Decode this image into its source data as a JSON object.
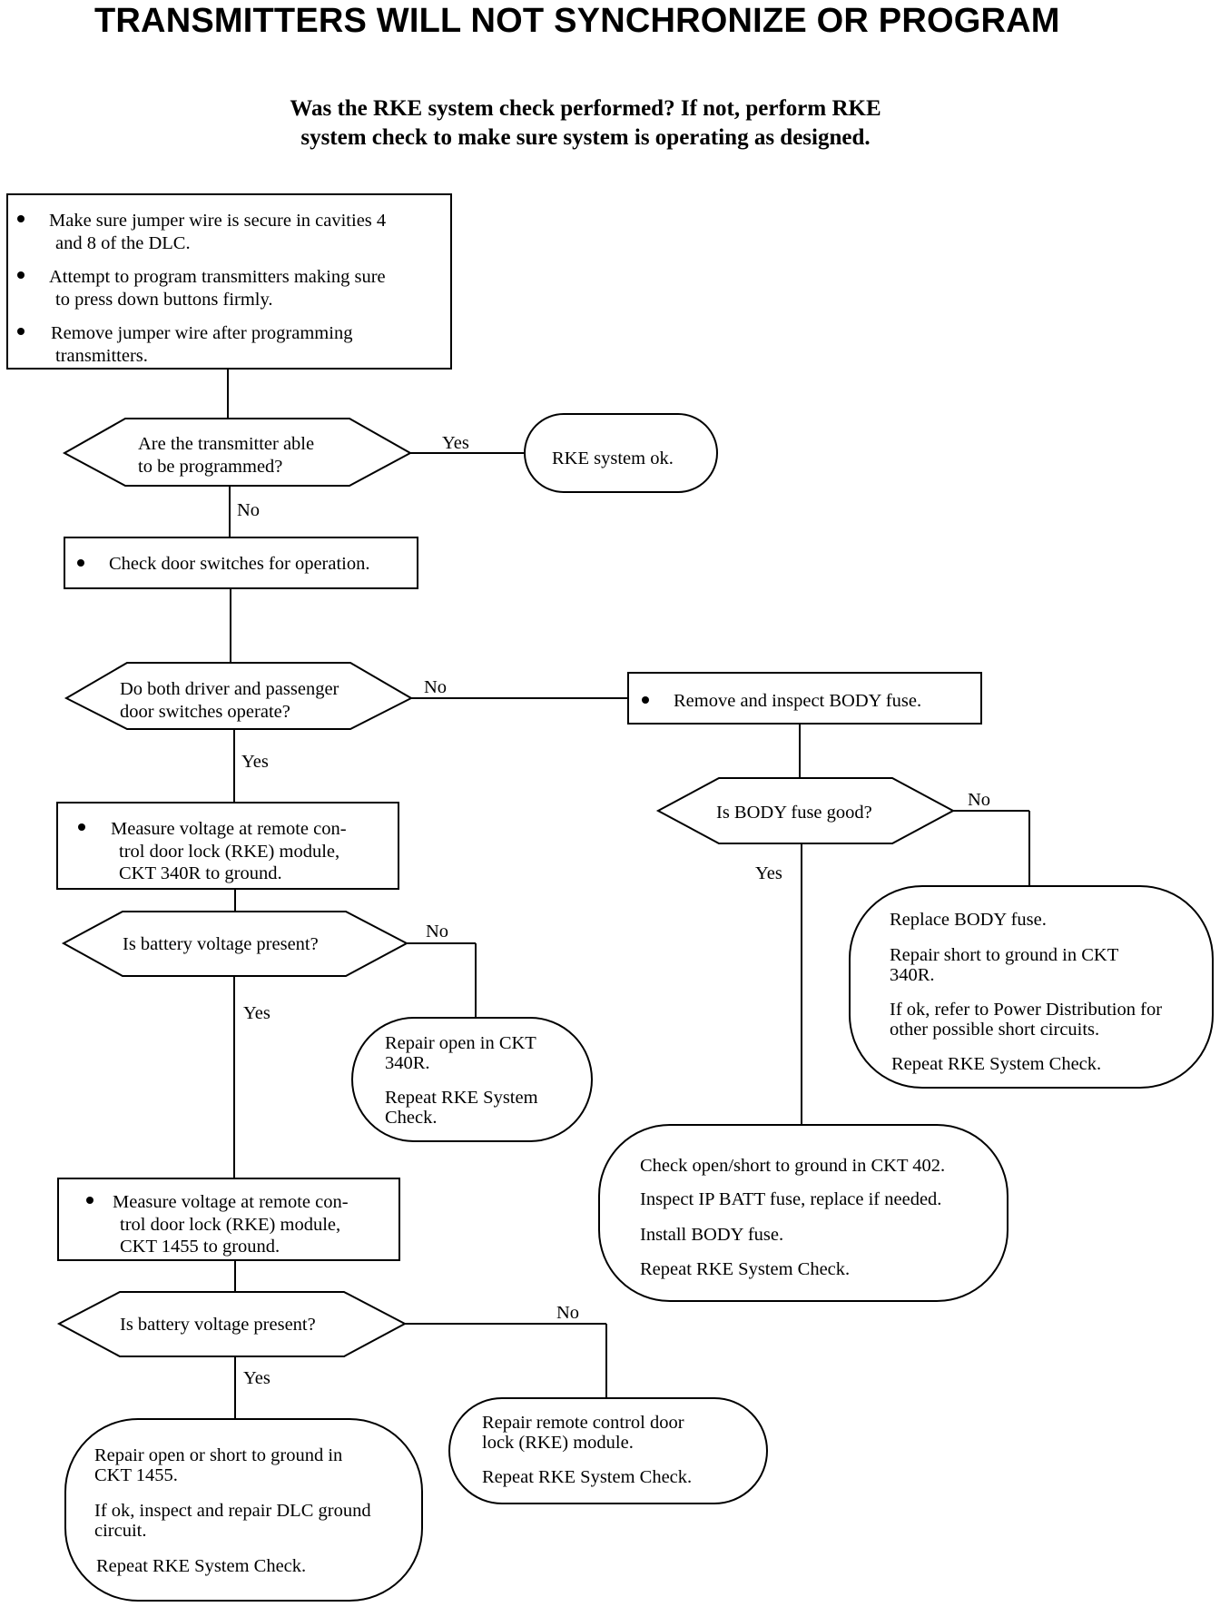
{
  "title": "TRANSMITTERS WILL NOT SYNCHRONIZE OR PROGRAM",
  "subtitle_line1": "Was the RKE system check performed? If not, perform RKE",
  "subtitle_line2": "system check to make sure system is operating as designed.",
  "box_start": {
    "b1a": "Make sure jumper wire is secure in cavities 4",
    "b1b": "and 8 of the DLC.",
    "b2a": "Attempt to program transmitters making sure",
    "b2b": "to press down buttons firmly.",
    "b3a": "Remove jumper wire after programming",
    "b3b": "transmitters."
  },
  "q_program": {
    "l1": "Are the transmitter able",
    "l2": "to be programmed?"
  },
  "end_ok": "RKE system ok.",
  "box_door": "Check door switches for operation.",
  "q_door": {
    "l1": "Do both driver and passenger",
    "l2": "door switches operate?"
  },
  "box_fuse": "Remove and inspect BODY fuse.",
  "q_fuse": "Is BODY fuse good?",
  "end_replace": {
    "p1": "Replace BODY fuse.",
    "p2a": "Repair short to ground in CKT",
    "p2b": "340R.",
    "p3a": "If ok, refer to Power Distribution for",
    "p3b": "other possible short circuits.",
    "p4": "Repeat RKE System Check."
  },
  "box_meas1": {
    "l1": "Measure voltage at remote con-",
    "l2": "trol door lock (RKE) module,",
    "l3": "CKT 340R to ground."
  },
  "q_batt1": "Is battery voltage present?",
  "end_open340": {
    "p1a": "Repair open in CKT",
    "p1b": "340R.",
    "p2a": "Repeat RKE System",
    "p2b": "Check."
  },
  "end_ckt402": {
    "p1": "Check open/short to ground in CKT 402.",
    "p2": "Inspect IP BATT fuse, replace if needed.",
    "p3": "Install BODY fuse.",
    "p4": "Repeat RKE System Check."
  },
  "box_meas2": {
    "l1": "Measure voltage at remote con-",
    "l2": "trol door lock (RKE) module,",
    "l3": "CKT 1455 to ground."
  },
  "q_batt2": "Is battery voltage present?",
  "end_module": {
    "p1a": "Repair remote control door",
    "p1b": "lock (RKE)  module.",
    "p2": "Repeat RKE System Check."
  },
  "end_1455": {
    "p1a": "Repair open or short to ground in",
    "p1b": "CKT 1455.",
    "p2a": "If ok, inspect and repair DLC ground",
    "p2b": "circuit.",
    "p3": "Repeat RKE System Check."
  },
  "labels": {
    "yes": "Yes",
    "no": "No"
  }
}
